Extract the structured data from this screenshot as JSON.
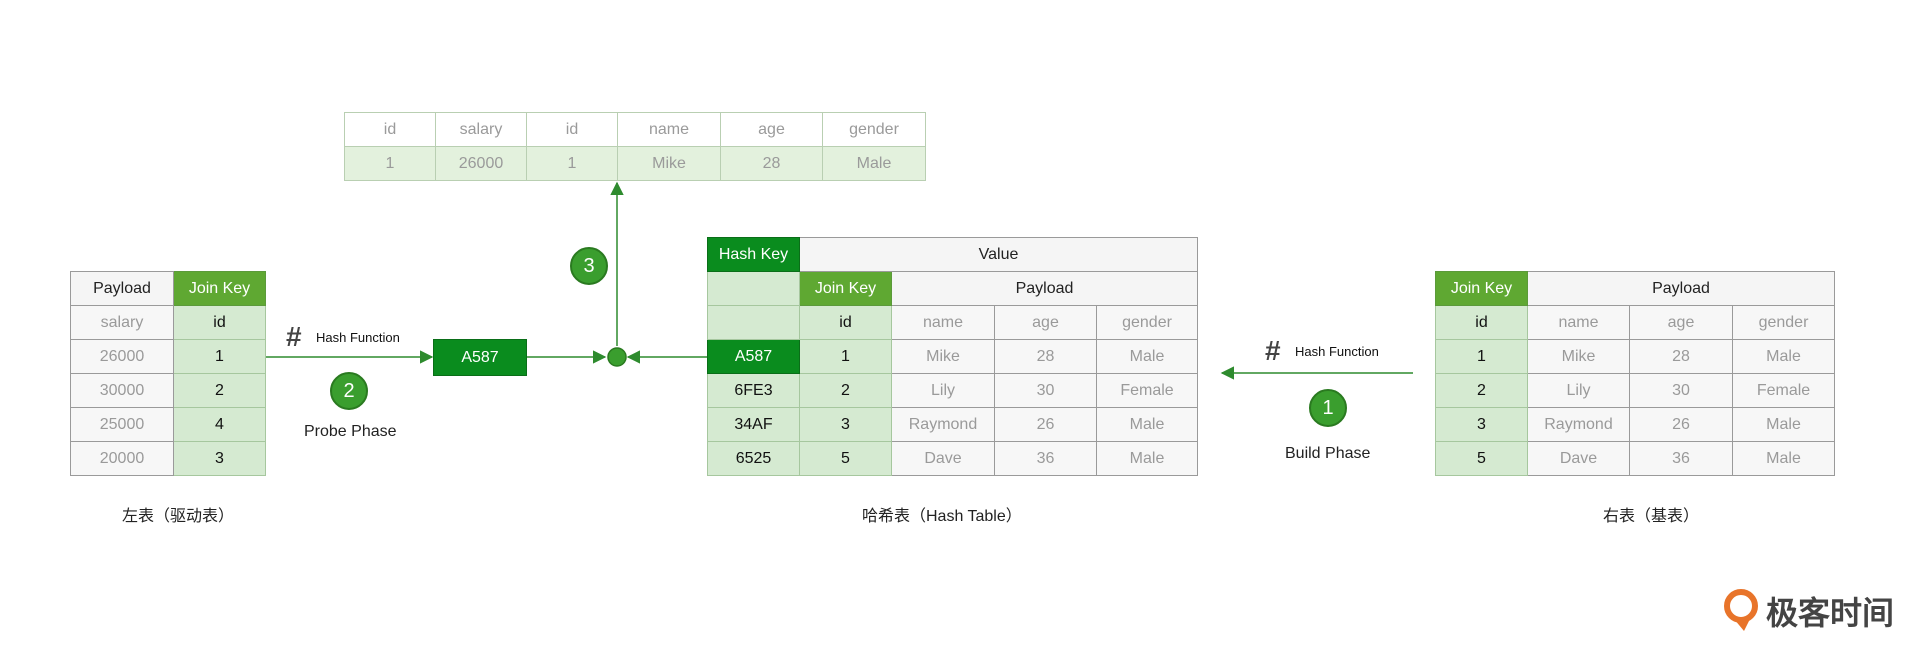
{
  "result_table": {
    "headers": [
      "id",
      "salary",
      "id",
      "name",
      "age",
      "gender"
    ],
    "row": [
      "1",
      "26000",
      "1",
      "Mike",
      "28",
      "Male"
    ]
  },
  "left_table": {
    "headers": [
      "Payload",
      "Join Key"
    ],
    "subheaders": [
      "salary",
      "id"
    ],
    "rows": [
      [
        "26000",
        "1"
      ],
      [
        "30000",
        "2"
      ],
      [
        "25000",
        "4"
      ],
      [
        "20000",
        "3"
      ]
    ],
    "caption": "左表（驱动表）"
  },
  "hash_table": {
    "header_key": "Hash Key",
    "header_value": "Value",
    "join_key": "Join Key",
    "payload": "Payload",
    "subheaders": [
      "id",
      "name",
      "age",
      "gender"
    ],
    "rows": [
      [
        "A587",
        "1",
        "Mike",
        "28",
        "Male"
      ],
      [
        "6FE3",
        "2",
        "Lily",
        "30",
        "Female"
      ],
      [
        "34AF",
        "3",
        "Raymond",
        "26",
        "Male"
      ],
      [
        "6525",
        "5",
        "Dave",
        "36",
        "Male"
      ]
    ],
    "caption": "哈希表（Hash Table）"
  },
  "right_table": {
    "header_key": "Join Key",
    "header_payload": "Payload",
    "subheaders": [
      "id",
      "name",
      "age",
      "gender"
    ],
    "rows": [
      [
        "1",
        "Mike",
        "28",
        "Male"
      ],
      [
        "2",
        "Lily",
        "30",
        "Female"
      ],
      [
        "3",
        "Raymond",
        "26",
        "Male"
      ],
      [
        "5",
        "Dave",
        "36",
        "Male"
      ]
    ],
    "caption": "右表（基表）"
  },
  "probe": {
    "hash_symbol": "#",
    "hash_function": "Hash Function",
    "key_box": "A587",
    "step_number": "2",
    "phase": "Probe Phase"
  },
  "build": {
    "hash_symbol": "#",
    "hash_function": "Hash Function",
    "step_number": "1",
    "phase": "Build Phase"
  },
  "output": {
    "step_number": "3"
  },
  "logo": {
    "text": "极客时间",
    "icon": "geektime-logo-icon"
  },
  "colors": {
    "key_header": "#5fa832",
    "key_cell": "#d5ead1",
    "dark_key": "#0a8c1e",
    "arrow": "#2e8b2e"
  }
}
